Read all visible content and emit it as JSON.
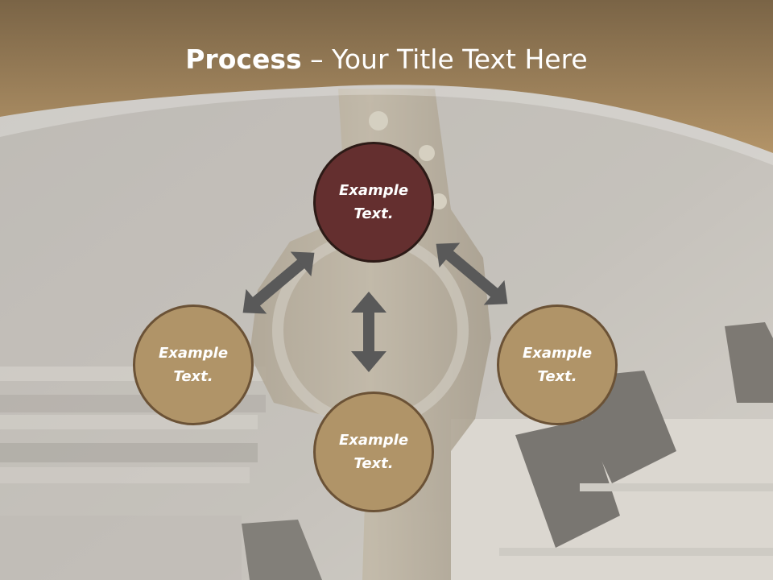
{
  "title": {
    "bold": "Process",
    "rest": " – Your Title Text Here"
  },
  "nodes": [
    {
      "label": "Example Text."
    },
    {
      "label": "Example Text."
    },
    {
      "label": "Example Text."
    },
    {
      "label": "Example Text."
    }
  ],
  "colors": {
    "header": "#a8875b",
    "node_fill": "#b09468",
    "node_highlight": "#642f2f",
    "arrow": "#595959"
  }
}
